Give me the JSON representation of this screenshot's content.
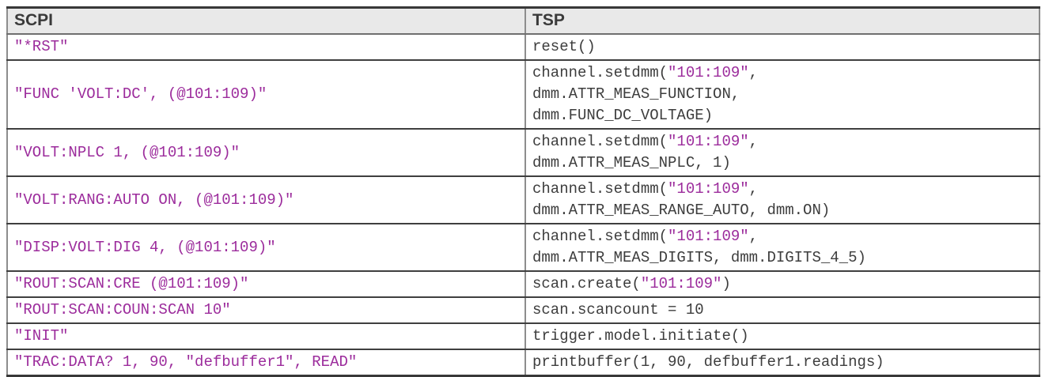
{
  "table": {
    "columns": [
      {
        "label": "SCPI"
      },
      {
        "label": "TSP"
      }
    ],
    "rows": [
      {
        "scpi": "\"*RST\"",
        "tsp": [
          {
            "text": "reset()",
            "kind": "code"
          }
        ]
      },
      {
        "scpi": "\"FUNC 'VOLT:DC', (@101:109)\"",
        "tsp": [
          {
            "text": "channel.setdmm(",
            "kind": "code"
          },
          {
            "text": "\"101:109\"",
            "kind": "string"
          },
          {
            "text": ",\ndmm.ATTR_MEAS_FUNCTION,\ndmm.FUNC_DC_VOLTAGE)",
            "kind": "code"
          }
        ]
      },
      {
        "scpi": "\"VOLT:NPLC 1, (@101:109)\"",
        "tsp": [
          {
            "text": "channel.setdmm(",
            "kind": "code"
          },
          {
            "text": "\"101:109\"",
            "kind": "string"
          },
          {
            "text": ",\ndmm.ATTR_MEAS_NPLC, 1)",
            "kind": "code"
          }
        ]
      },
      {
        "scpi": "\"VOLT:RANG:AUTO ON, (@101:109)\"",
        "tsp": [
          {
            "text": "channel.setdmm(",
            "kind": "code"
          },
          {
            "text": "\"101:109\"",
            "kind": "string"
          },
          {
            "text": ",\ndmm.ATTR_MEAS_RANGE_AUTO, dmm.ON)",
            "kind": "code"
          }
        ]
      },
      {
        "scpi": "\"DISP:VOLT:DIG 4, (@101:109)\"",
        "tsp": [
          {
            "text": "channel.setdmm(",
            "kind": "code"
          },
          {
            "text": "\"101:109\"",
            "kind": "string"
          },
          {
            "text": ",\ndmm.ATTR_MEAS_DIGITS, dmm.DIGITS_4_5)",
            "kind": "code"
          }
        ]
      },
      {
        "scpi": "\"ROUT:SCAN:CRE (@101:109)\"",
        "tsp": [
          {
            "text": "scan.create(",
            "kind": "code"
          },
          {
            "text": "\"101:109\"",
            "kind": "string"
          },
          {
            "text": ")",
            "kind": "code"
          }
        ]
      },
      {
        "scpi": "\"ROUT:SCAN:COUN:SCAN 10\"",
        "tsp": [
          {
            "text": "scan.scancount = 10",
            "kind": "code"
          }
        ]
      },
      {
        "scpi": "\"INIT\"",
        "tsp": [
          {
            "text": "trigger.model.initiate()",
            "kind": "code"
          }
        ]
      },
      {
        "scpi": "\"TRAC:DATA? 1, 90, \"defbuffer1\", READ\"",
        "tsp": [
          {
            "text": "printbuffer(1, 90, defbuffer1.readings)",
            "kind": "code"
          }
        ]
      }
    ]
  },
  "colors": {
    "scpi_string": "#9C2C9C",
    "code_text": "#3D3D3D",
    "header_text": "#3A3A3A",
    "header_bg": "#E9E9E9",
    "row_divider": "#3F3F3F",
    "outer_frame": "#8D8D8D",
    "table_top_bottom": "#383838"
  }
}
